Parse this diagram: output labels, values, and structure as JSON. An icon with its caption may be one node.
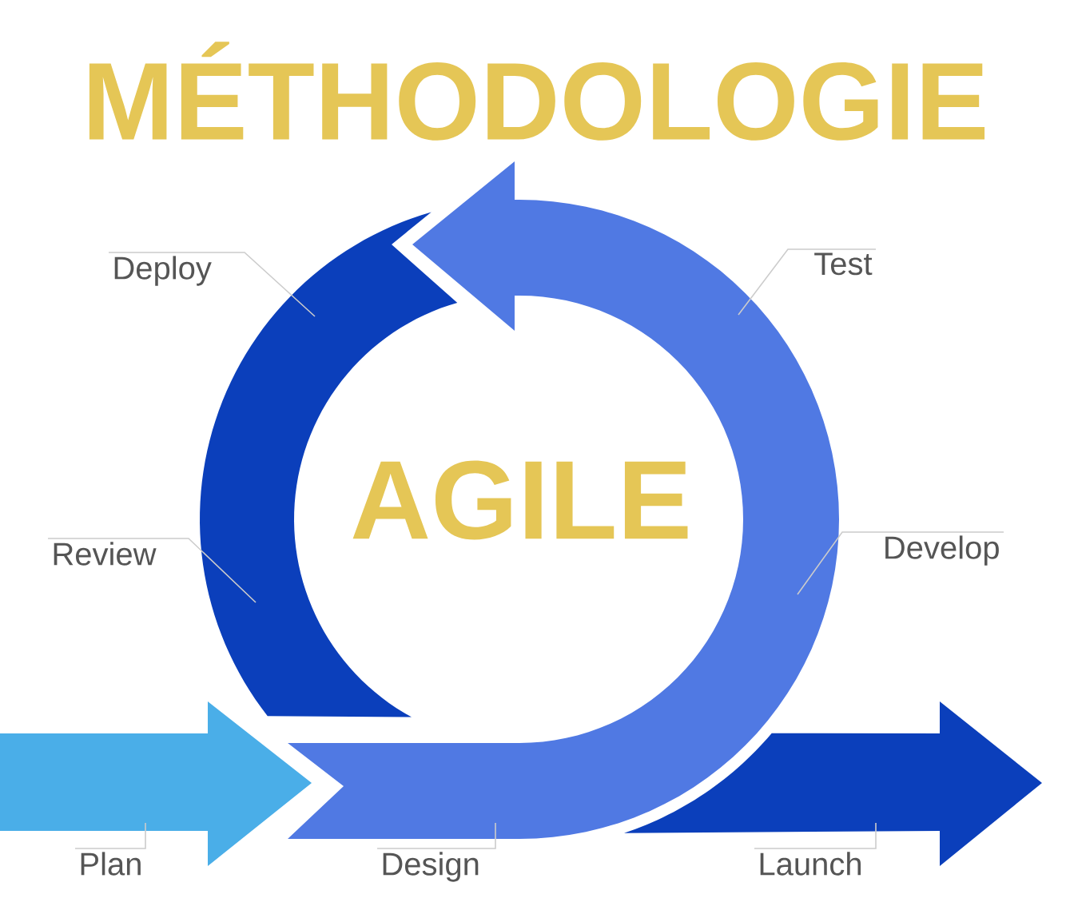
{
  "diagram": {
    "title": "MÉTHODOLOGIE",
    "nodes": [
      {
        "text": [
          "Deploy"
        ]
      },
      {
        "text": [
          "Test"
        ]
      },
      {
        "text": [
          "Review"
        ]
      },
      {
        "text": [
          "Develop"
        ]
      },
      {
        "text": [
          "Plan"
        ]
      },
      {
        "text": [
          "Design"
        ]
      },
      {
        "text": [
          "Launch"
        ]
      }
    ],
    "edges": [
      {
        "from": 0,
        "to": null,
        "arrow": "none"
      },
      {
        "from": 1,
        "to": null,
        "arrow": "none"
      },
      {
        "from": 2,
        "to": null,
        "arrow": "none"
      },
      {
        "from": 3,
        "to": null,
        "arrow": "none"
      },
      {
        "from": 4,
        "to": null,
        "arrow": "none"
      },
      {
        "from": 5,
        "to": null,
        "arrow": "none"
      },
      {
        "from": 6,
        "to": null,
        "arrow": "none"
      }
    ],
    "labels": [
      "AGILE"
    ]
  }
}
